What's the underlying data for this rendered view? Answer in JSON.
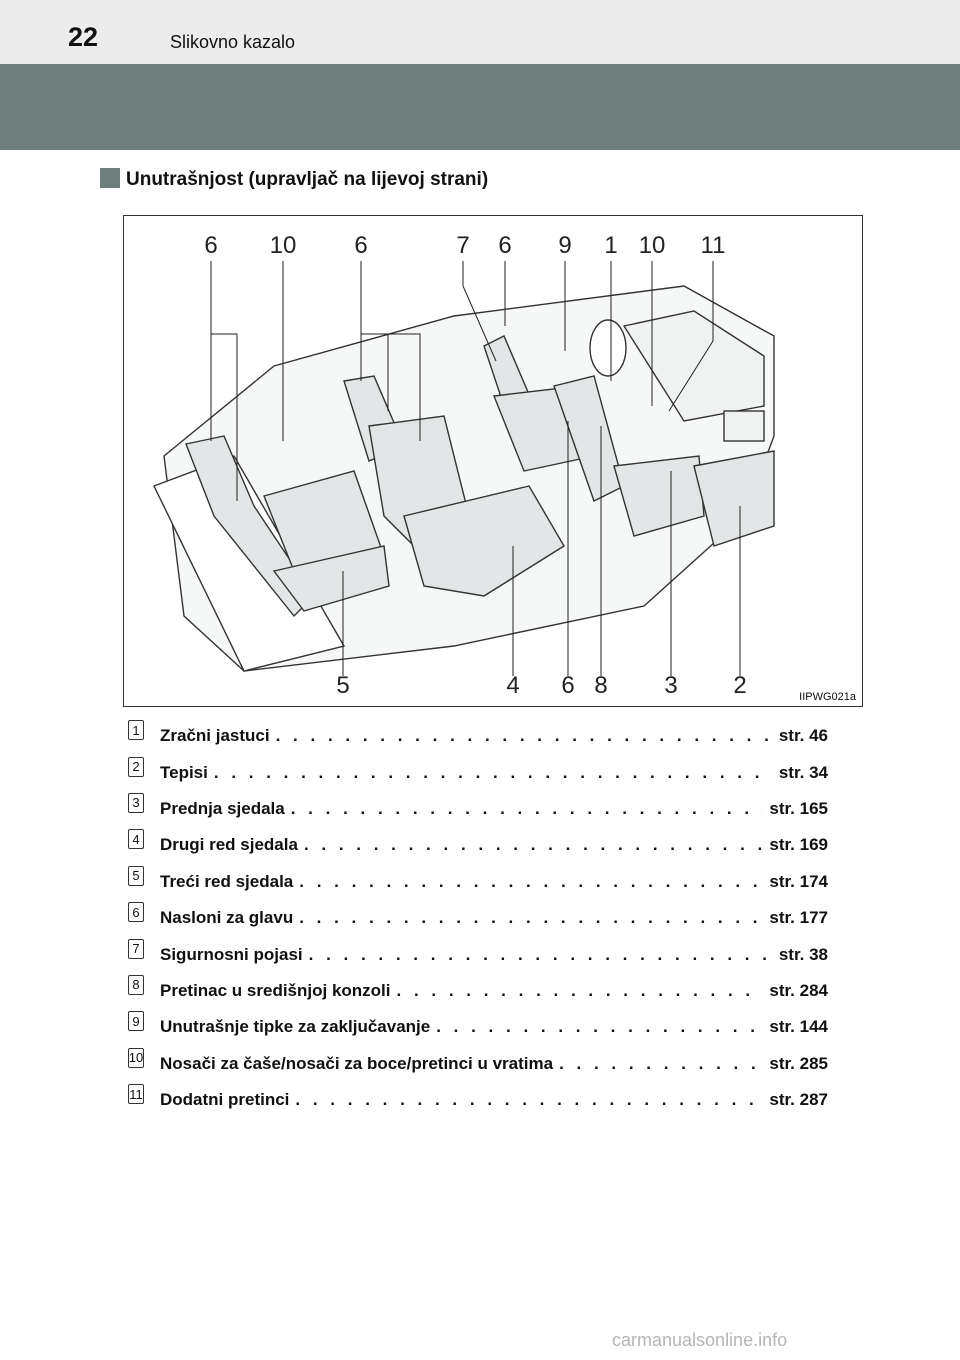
{
  "header": {
    "page_number": "22",
    "section_name": "Slikovno kazalo"
  },
  "section": {
    "heading": "Unutrašnjost (upravljač na lijevoj strani)"
  },
  "figure": {
    "code": "IIPWG021a",
    "top_callouts": [
      "6",
      "10",
      "6",
      "7",
      "6",
      "9",
      "1",
      "10",
      "11"
    ],
    "bottom_callouts": [
      "5",
      "4",
      "6",
      "8",
      "3",
      "2"
    ]
  },
  "items": [
    {
      "num": "1",
      "label": "Zračni jastuci",
      "ref": "str. 46"
    },
    {
      "num": "2",
      "label": "Tepisi",
      "ref": "str. 34"
    },
    {
      "num": "3",
      "label": "Prednja sjedala",
      "ref": "str. 165"
    },
    {
      "num": "4",
      "label": "Drugi red sjedala",
      "ref": "str. 169"
    },
    {
      "num": "5",
      "label": "Treći red sjedala",
      "ref": "str. 174"
    },
    {
      "num": "6",
      "label": "Nasloni za glavu",
      "ref": "str. 177"
    },
    {
      "num": "7",
      "label": "Sigurnosni pojasi",
      "ref": "str. 38"
    },
    {
      "num": "8",
      "label": "Pretinac u središnjoj konzoli",
      "ref": "str. 284"
    },
    {
      "num": "9",
      "label": "Unutrašnje tipke za zaključavanje",
      "ref": "str. 144"
    },
    {
      "num": "10",
      "label": "Nosači za čaše/nosači za boce/pretinci u vratima",
      "ref": "str. 285"
    },
    {
      "num": "11",
      "label": "Dodatni pretinci",
      "ref": "str. 287"
    }
  ],
  "watermark": "carmanualsonline.info"
}
